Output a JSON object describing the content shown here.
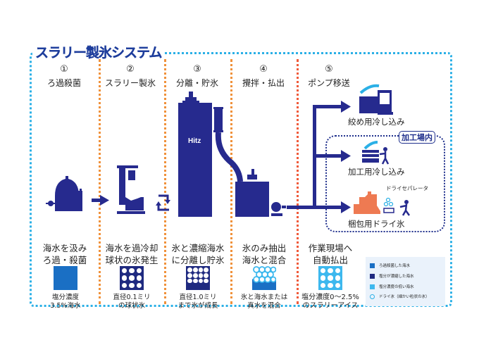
{
  "title": "スラリー製氷システム",
  "steps": [
    {
      "num": "①",
      "label": "ろ過殺菌",
      "desc_lines": [
        "海水を汲み",
        "ろ過・殺菌"
      ],
      "sub_lines": [
        "塩分濃度",
        "3.5%海水"
      ]
    },
    {
      "num": "②",
      "label": "スラリー製氷",
      "desc_lines": [
        "海水を過冷却",
        "球状の氷発生"
      ],
      "sub_lines": [
        "直径0.1ミリ",
        "の球状氷"
      ]
    },
    {
      "num": "③",
      "label": "分離・貯氷",
      "desc_lines": [
        "氷と濃縮海水",
        "に分離し貯氷"
      ],
      "sub_lines": [
        "直径1.0ミリ",
        "まで氷が成長"
      ]
    },
    {
      "num": "④",
      "label": "攪拌・払出",
      "desc_lines": [
        "氷のみ抽出",
        "海水と混合"
      ],
      "sub_lines": [
        "氷と海水または",
        "真水を混合"
      ]
    },
    {
      "num": "⑤",
      "label": "ポンプ移送",
      "desc_lines": [
        "作業現場へ",
        "自動払出"
      ],
      "sub_lines": [
        "塩分濃度0～2.5%",
        "のスラリーアイス"
      ]
    }
  ],
  "tank_label": "Hitz",
  "destinations": {
    "fishing": "絞め用冷し込み",
    "processing_area": "加工場内",
    "processing": "加工用冷し込み",
    "dry_separator": "ドライセパレータ",
    "packing": "梱包用ドライ氷"
  },
  "legend": [
    {
      "label": "ろ過殺菌した海水",
      "color": "#1a6fc4",
      "shape": "square"
    },
    {
      "label": "塩分が濃縮した海水",
      "color": "#1f2a80",
      "shape": "square"
    },
    {
      "label": "塩分濃度の低い海水",
      "color": "#3db8ee",
      "shape": "square"
    },
    {
      "label": "ドライ氷（細かい粒状の氷）",
      "color": "#2bb0e6",
      "shape": "ring"
    }
  ],
  "colors": {
    "navy": "#262a8e",
    "seawater": "#1a6fc4",
    "light": "#3db8ee",
    "frame": "#2bb0e6",
    "separator": "#f0913a",
    "dry_ice_machine": "#ee7a52"
  }
}
